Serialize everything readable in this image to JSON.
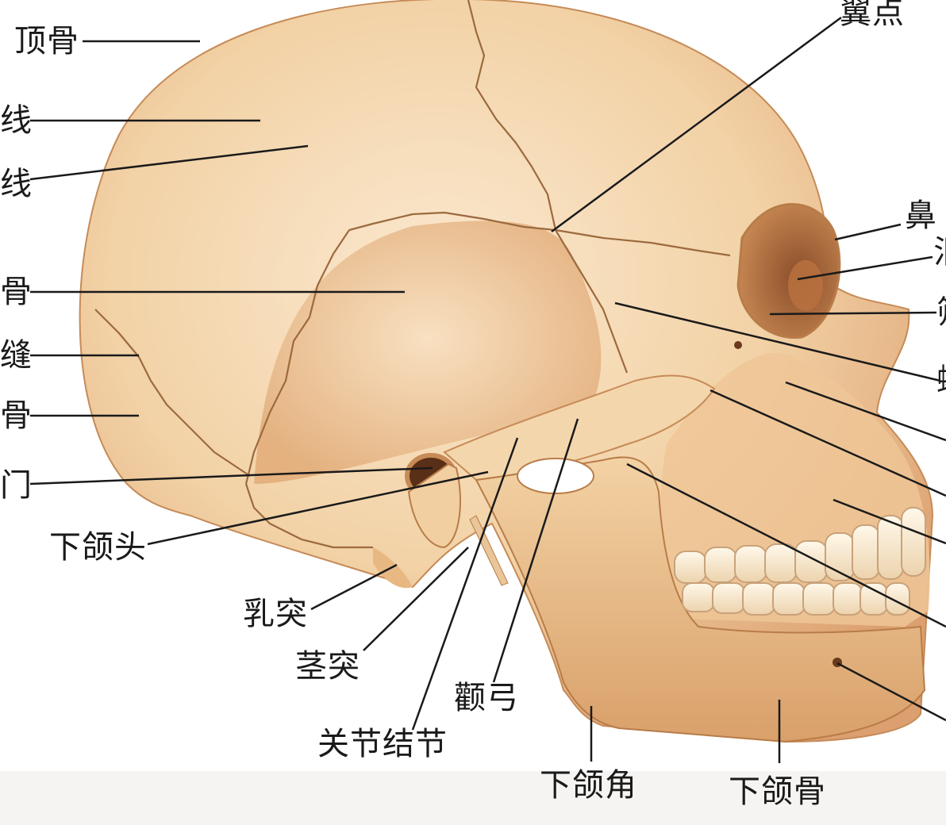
{
  "labels": {
    "parietal": "顶骨",
    "line1": "线",
    "line2": "线",
    "bone_left": "骨",
    "suture": "缝",
    "bone_left2": "骨",
    "door": "门",
    "mandible_head": "下颌头",
    "mastoid": "乳突",
    "styloid": "茎突",
    "articular_tubercle": "关节结节",
    "zygomatic_arch": "颧弓",
    "mandible_angle": "下颌角",
    "mandible": "下颌骨",
    "pterion": "翼点",
    "nasal": "鼻",
    "right_partial_1": "泪",
    "right_partial_2": "筛",
    "right_partial_3": "蝶"
  },
  "colors": {
    "bone_light": "#f6dcb6",
    "bone_mid": "#e9bb86",
    "bone_dark": "#c98a55",
    "suture": "#9c6a3e",
    "line": "#1a1a1a"
  }
}
